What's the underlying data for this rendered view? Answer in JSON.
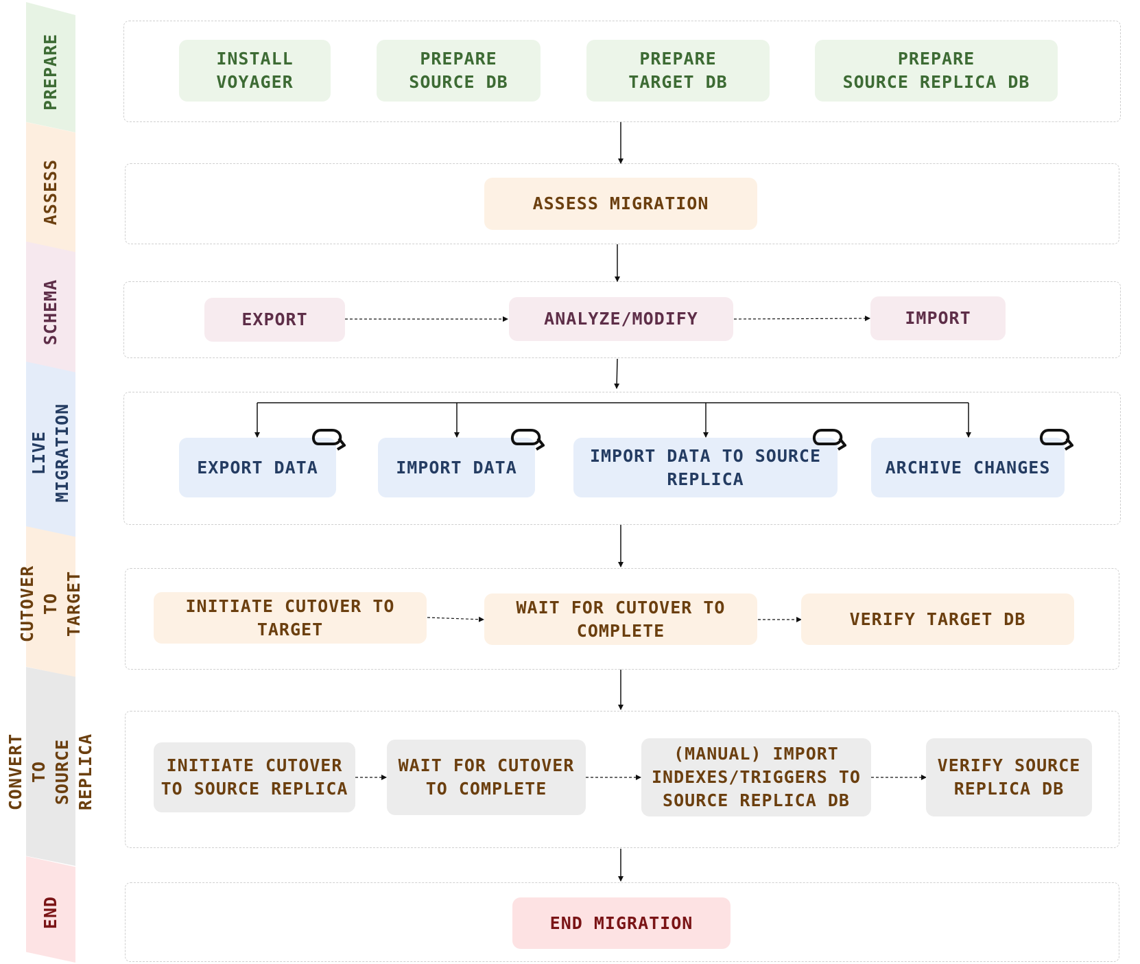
{
  "colors": {
    "prepare": {
      "fill": "#ecf5e9",
      "text": "#3d6b34",
      "rail": "#e7f3e4"
    },
    "assess": {
      "fill": "#fdf1e4",
      "text": "#6b3f0f",
      "rail": "#fdeedf"
    },
    "schema": {
      "fill": "#f7ebef",
      "text": "#5e2e48",
      "rail": "#f6e8ee"
    },
    "live": {
      "fill": "#e6eefa",
      "text": "#243c62",
      "rail": "#e4ecf9"
    },
    "cutover": {
      "fill": "#fdf1e4",
      "text": "#6b3f0f",
      "rail": "#fdeedf"
    },
    "convert": {
      "fill": "#ececec",
      "text": "#6b3f0f",
      "rail": "#e8e8e8"
    },
    "end": {
      "fill": "#fde2e3",
      "text": "#7a1416",
      "rail": "#fde3e4"
    },
    "panel_border": "#cfcfcf",
    "connector": "#111111"
  },
  "rail": [
    {
      "id": "prepare",
      "label": "PREPARE"
    },
    {
      "id": "assess",
      "label": "ASSESS"
    },
    {
      "id": "schema",
      "label": "SCHEMA"
    },
    {
      "id": "live",
      "label": "LIVE\nMIGRATION"
    },
    {
      "id": "cutover",
      "label": "CUTOVER TO\nTARGET"
    },
    {
      "id": "convert",
      "label": "CONVERT TO\nSOURCE REPLICA"
    },
    {
      "id": "end",
      "label": "END"
    }
  ],
  "steps": {
    "install_voyager": "INSTALL\nVOYAGER",
    "prepare_source_db": "PREPARE\nSOURCE DB",
    "prepare_target_db": "PREPARE\nTARGET DB",
    "prepare_source_replica_db": "PREPARE\nSOURCE REPLICA DB",
    "assess_migration": "ASSESS MIGRATION",
    "schema_export": "EXPORT",
    "schema_analyze_modify": "ANALYZE/MODIFY",
    "schema_import": "IMPORT",
    "export_data": "EXPORT DATA",
    "import_data": "IMPORT DATA",
    "import_data_to_source_replica": "IMPORT DATA TO SOURCE\nREPLICA",
    "archive_changes": "ARCHIVE CHANGES",
    "initiate_cutover_to_target": "INITIATE CUTOVER TO\nTARGET",
    "wait_for_cutover_to_complete": "WAIT FOR CUTOVER TO\nCOMPLETE",
    "verify_target_db": "VERIFY TARGET DB",
    "initiate_cutover_to_source_replica": "INITIATE CUTOVER\nTO SOURCE REPLICA",
    "wait_for_cutover_to_complete_replica": "WAIT FOR CUTOVER\nTO COMPLETE",
    "manual_import_indexes_triggers": "(MANUAL) IMPORT\nINDEXES/TRIGGERS TO\nSOURCE REPLICA DB",
    "verify_source_replica_db": "VERIFY SOURCE\nREPLICA DB",
    "end_migration": "END MIGRATION"
  },
  "icons": {
    "loop": "loop-arrow-icon"
  }
}
